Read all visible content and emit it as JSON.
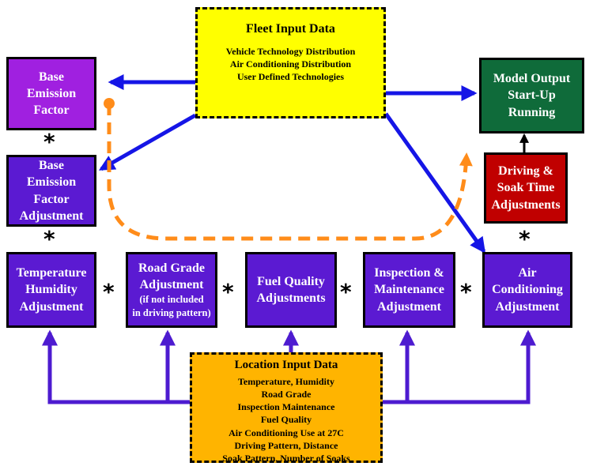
{
  "fleet_input": {
    "title": "Fleet Input Data",
    "lines": [
      "Vehicle Technology Distribution",
      "Air Conditioning Distribution",
      "User Defined Technologies"
    ]
  },
  "base_emission_factor": {
    "lines": [
      "Base",
      "Emission",
      "Factor"
    ]
  },
  "base_emission_factor_adjustment": {
    "lines": [
      "Base",
      "Emission",
      "Factor",
      "Adjustment"
    ]
  },
  "model_output": {
    "lines": [
      "Model Output",
      "Start-Up",
      "Running"
    ]
  },
  "driving_soak": {
    "lines": [
      "Driving &",
      "Soak Time",
      "Adjustments"
    ]
  },
  "temperature_humidity": {
    "lines": [
      "Temperature",
      "Humidity",
      "Adjustment"
    ]
  },
  "road_grade": {
    "lines": [
      "Road Grade",
      "Adjustment"
    ],
    "note_lines": [
      "(if not included",
      "in driving pattern)"
    ]
  },
  "fuel_quality": {
    "lines": [
      "Fuel Quality",
      "Adjustments"
    ]
  },
  "inspection_maintenance": {
    "lines": [
      "Inspection &",
      "Maintenance",
      "Adjustment"
    ]
  },
  "air_conditioning": {
    "lines": [
      "Air",
      "Conditioning",
      "Adjustment"
    ]
  },
  "location_input": {
    "title": "Location Input Data",
    "lines": [
      "Temperature, Humidity",
      "Road Grade",
      "Inspection Maintenance",
      "Fuel Quality",
      "Air Conditioning Use at 27C",
      "Driving Pattern, Distance",
      "Soak Pattern, Number of Soaks"
    ]
  },
  "operator_symbol": "*",
  "colors": {
    "fleet_fill": "#ffff00",
    "location_fill": "#ffb400",
    "base_fill": "#a020e0",
    "adjust_fill": "#5b1ad2",
    "model_output_fill": "#0f6b3a",
    "driving_fill": "#c00000",
    "blue_arrow": "#1515e6",
    "purple_arrow": "#4d1bd0",
    "orange_dash": "#ff8c1a"
  }
}
